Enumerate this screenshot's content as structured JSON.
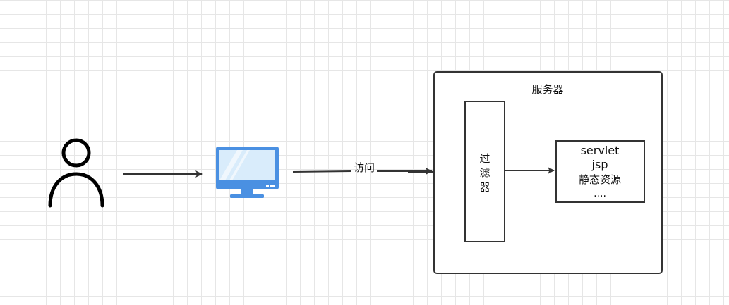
{
  "diagram": {
    "server_label": "服务器",
    "filter_label_chars": [
      "过",
      "滤",
      "器"
    ],
    "edge_label": "访问",
    "resources_lines": [
      "servlet",
      "jsp",
      "静态资源",
      "...."
    ]
  },
  "colors": {
    "line": "#333333",
    "monitor_blue": "#4a90e2",
    "screen_light": "#d9ecfb"
  },
  "icons": {
    "user": "user-icon",
    "computer": "monitor-icon"
  }
}
